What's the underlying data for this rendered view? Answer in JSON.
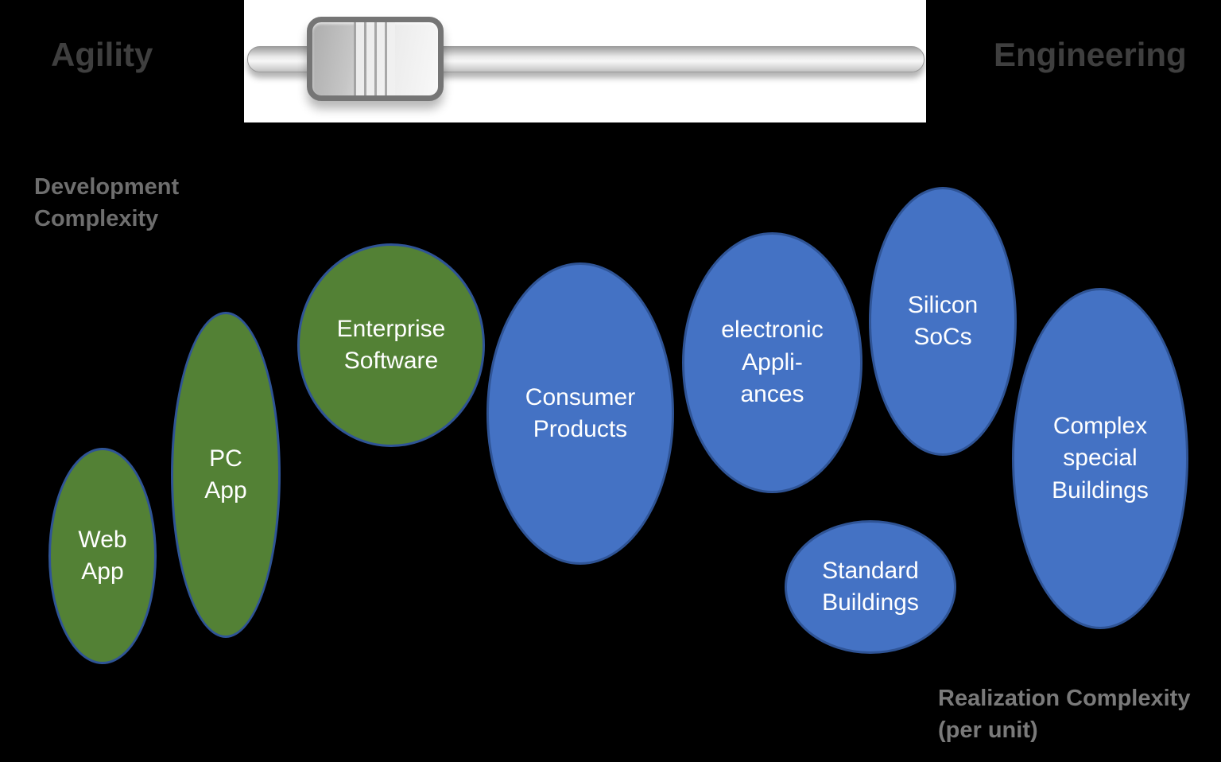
{
  "slider": {
    "left_label": "Agility",
    "right_label": "Engineering"
  },
  "axis_labels": {
    "development_complexity": "Development\nComplexity",
    "realization_complexity": "Realization Complexity\n(per unit)"
  },
  "colors": {
    "background": "#000000",
    "slider_panel_bg": "#ffffff",
    "green_fill": "#538135",
    "blue_fill": "#4472c4",
    "ellipse_border": "#2f5496",
    "ellipse_text": "#ffffff",
    "slider_heading_text": "#3f3f3f",
    "axis_label_text": "#6e6e6e",
    "realization_label_text": "#7a7a7a"
  },
  "ellipses": [
    {
      "name": "web-app",
      "label": "Web\nApp",
      "color": "green"
    },
    {
      "name": "pc-app",
      "label": "PC\nApp",
      "color": "green"
    },
    {
      "name": "enterprise-software",
      "label": "Enterprise\nSoftware",
      "color": "green"
    },
    {
      "name": "consumer-products",
      "label": "Consumer\nProducts",
      "color": "blue"
    },
    {
      "name": "electronic-appliances",
      "label": "electronic\nAppli-\nances",
      "color": "blue"
    },
    {
      "name": "silicon-socs",
      "label": "Silicon\nSoCs",
      "color": "blue"
    },
    {
      "name": "standard-buildings",
      "label": "Standard\nBuildings",
      "color": "blue"
    },
    {
      "name": "complex-special-buildings",
      "label": "Complex\nspecial\nBuildings",
      "color": "blue"
    }
  ]
}
